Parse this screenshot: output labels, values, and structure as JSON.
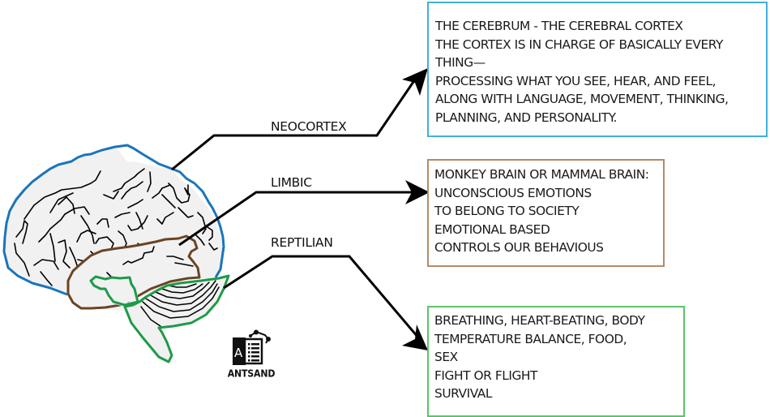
{
  "diagram": {
    "regions": [
      {
        "id": "neocortex",
        "label": "NEOCORTEX",
        "color": "#1a75bb",
        "box_border_color": "#3fb0e0",
        "description_lines": [
          "THE CEREBRUM - THE CEREBRAL CORTEX",
          "THE CORTEX IS IN CHARGE OF BASICALLY EVERY",
          "THING—",
          "PROCESSING WHAT YOU SEE, HEAR, AND FEEL,",
          "ALONG WITH LANGUAGE, MOVEMENT, THINKING,",
          "PLANNING, AND PERSONALITY."
        ]
      },
      {
        "id": "limbic",
        "label": "LIMBIC",
        "color": "#6b4423",
        "box_border_color": "#b58a68",
        "description_lines": [
          "MONKEY BRAIN OR MAMMAL BRAIN:",
          "UNCONSCIOUS EMOTIONS",
          "TO BELONG TO SOCIETY",
          "EMOTIONAL BASED",
          "CONTROLS OUR BEHAVIOUS"
        ]
      },
      {
        "id": "reptilian",
        "label": "REPTILIAN",
        "color": "#1e9a48",
        "box_border_color": "#5cc36b",
        "description_lines": [
          "BREATHING,  HEART-BEATING,  BODY",
          "TEMPERATURE BALANCE, FOOD,",
          "SEX",
          "FIGHT OR FLIGHT",
          "SURVIVAL"
        ]
      }
    ],
    "brain_fill": "#f1f1f1",
    "connector_color": "#000000"
  },
  "logo": {
    "text": "ANTSAND",
    "glyph": "A",
    "icon": "document-molecule-icon"
  }
}
